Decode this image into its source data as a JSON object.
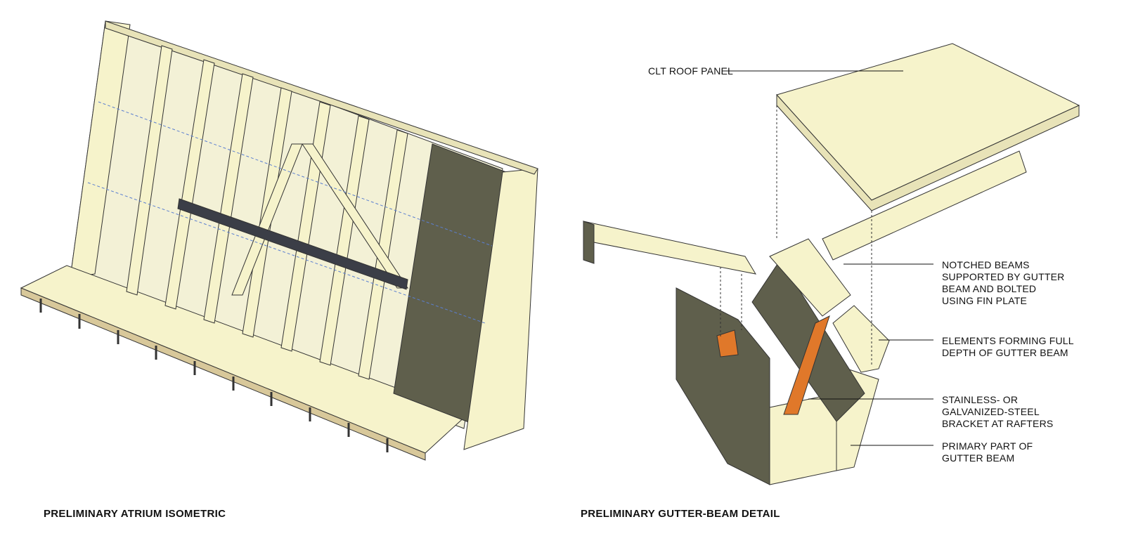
{
  "colors": {
    "timber": "#f6f3cb",
    "timber_shadow": "#5f5f4c",
    "steel": "#e0782a",
    "dark_beam": "#3b3e47",
    "glass_line": "#5b7fd0"
  },
  "left_figure": {
    "caption": "PRELIMINARY ATRIUM ISOMETRIC"
  },
  "right_figure": {
    "caption": "PRELIMINARY GUTTER-BEAM DETAIL",
    "labels": {
      "clt": "CLT ROOF PANEL",
      "notched": "NOTCHED BEAMS\nSUPPORTED BY GUTTER\nBEAM AND BOLTED\nUSING FIN PLATE",
      "elements": "ELEMENTS FORMING FULL\nDEPTH OF GUTTER BEAM",
      "bracket": "STAINLESS- OR\nGALVANIZED-STEEL\nBRACKET AT RAFTERS",
      "primary": "PRIMARY PART OF\nGUTTER BEAM"
    }
  }
}
